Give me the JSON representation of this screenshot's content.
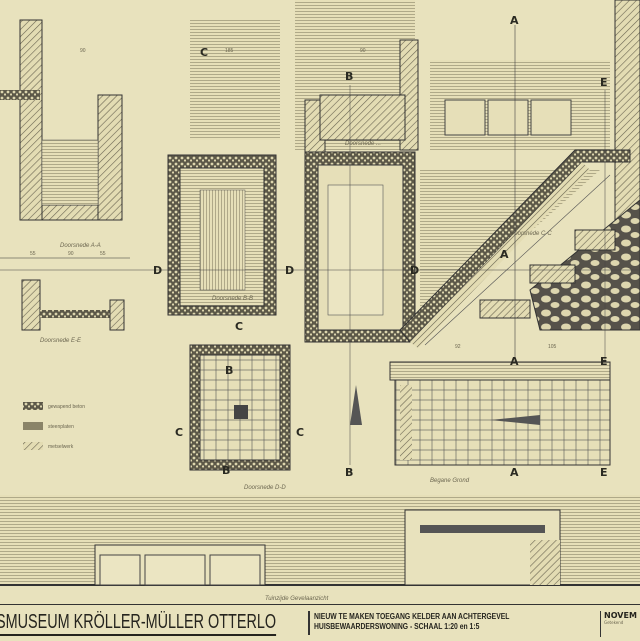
{
  "drawing": {
    "sections": {
      "aa": "Doorsnede A-A",
      "bb": "Doorsnede B-B",
      "cc": "Doorsnede C-C",
      "dd": "Doorsnede D-D",
      "ee": "Doorsnede E-E",
      "top": "Doorsnede ...",
      "ground": "Begane Grond",
      "elevation": "Tuinzijde Gevelaanzicht"
    },
    "markers": {
      "a": "A",
      "b": "B",
      "c": "C",
      "d": "D",
      "e": "E"
    },
    "legend": [
      {
        "label": "gewapend beton"
      },
      {
        "label": "steenplaten"
      },
      {
        "label": "metselwerk"
      }
    ],
    "dims": [
      "55",
      "90",
      "55",
      "185",
      "90",
      "90",
      "92",
      "105"
    ]
  },
  "title_block": {
    "main": "SMUSEUM KRÖLLER-MÜLLER OTTERLO",
    "line1": "NIEUW TE MAKEN TOEGANG KELDER AAN ACHTERGEVEL",
    "line2": "HUISBEWAARDERSWONING - SCHAAL 1:20 en 1:5",
    "date": "NOVEM",
    "date_sub": "Getekend"
  },
  "colors": {
    "paper": "#e8e2bd",
    "ink": "#2a2a22"
  }
}
